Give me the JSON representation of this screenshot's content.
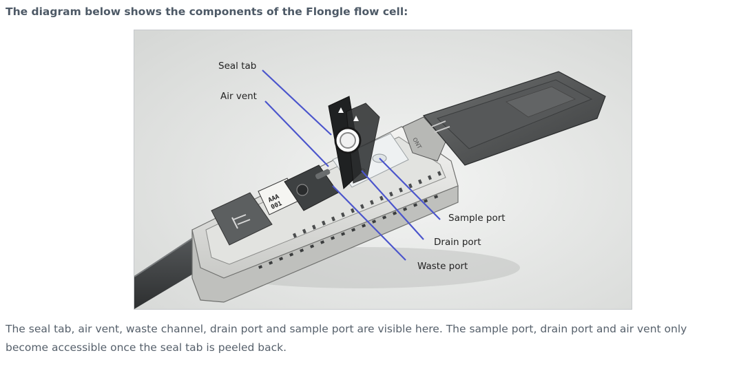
{
  "page": {
    "heading": "The diagram below shows the components of the Flongle flow cell:",
    "caption": "The seal tab, air vent, waste channel, drain port and sample port are visible here. The sample port, drain port and air vent only become accessible once the seal tab is peeled back."
  },
  "diagram": {
    "callouts": {
      "seal_tab": "Seal tab",
      "air_vent": "Air vent",
      "sample_port": "Sample port",
      "drain_port": "Drain port",
      "waste_port": "Waste port"
    },
    "device_markings": {
      "lid_text": "ONT",
      "label_line1": "AAA",
      "label_line2": "001"
    },
    "leader_line_color": "#4b55cc"
  }
}
